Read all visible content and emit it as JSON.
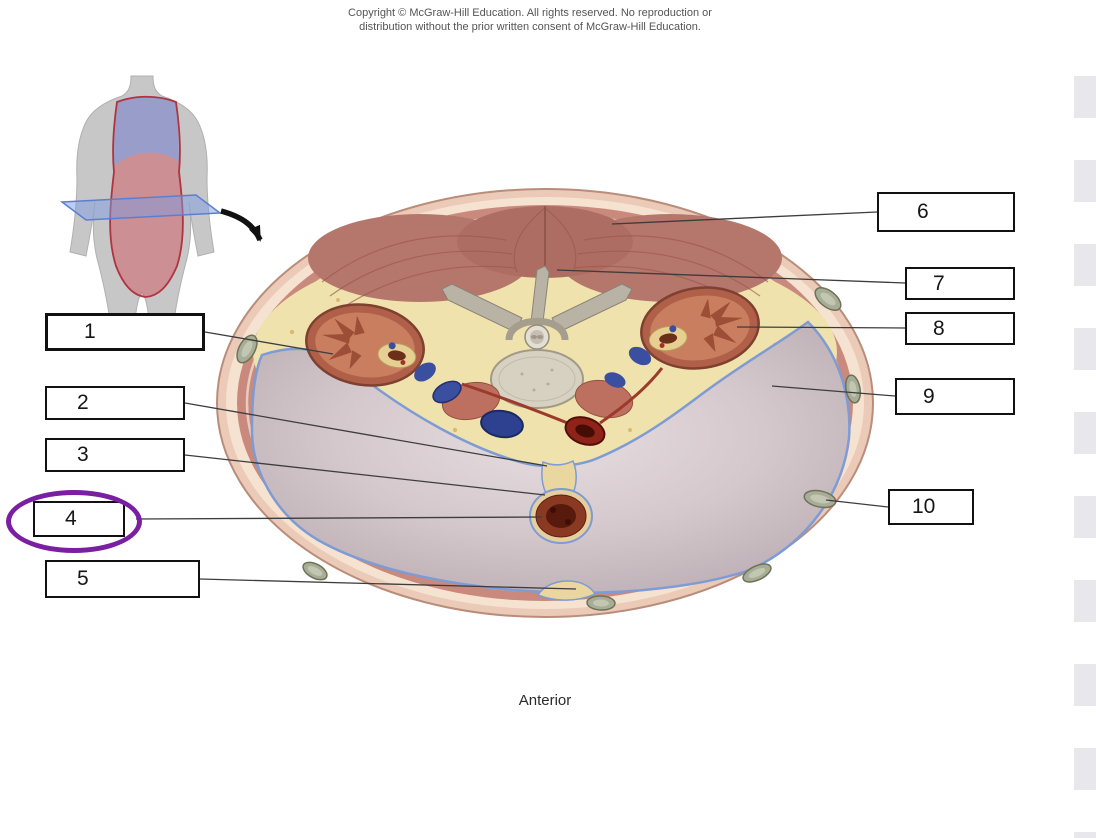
{
  "header": {
    "copyright_line1": "Copyright © McGraw-Hill Education. All rights reserved. No reproduction or",
    "copyright_line2": "distribution without the prior written consent of McGraw-Hill Education."
  },
  "figure": {
    "caption": "Anterior",
    "label_boxes": [
      {
        "number": "1"
      },
      {
        "number": "2"
      },
      {
        "number": "3"
      },
      {
        "number": "4"
      },
      {
        "number": "5"
      },
      {
        "number": "6"
      },
      {
        "number": "7"
      },
      {
        "number": "8"
      },
      {
        "number": "9"
      },
      {
        "number": "10"
      }
    ],
    "annotation": {
      "type": "ellipse-highlight",
      "around_label": "4",
      "color": "#7b1fa2"
    },
    "colors": {
      "peritoneum_line": "#7d9bd4",
      "skin": "#eccab8",
      "muscle": "#c9897c",
      "fat": "#f0e2ad",
      "kidney": "#b06048",
      "artery": "#8f2318",
      "vein": "#2e4090",
      "cavity": "#cfc2c7",
      "annotation_purple": "#7b1fa2"
    }
  }
}
